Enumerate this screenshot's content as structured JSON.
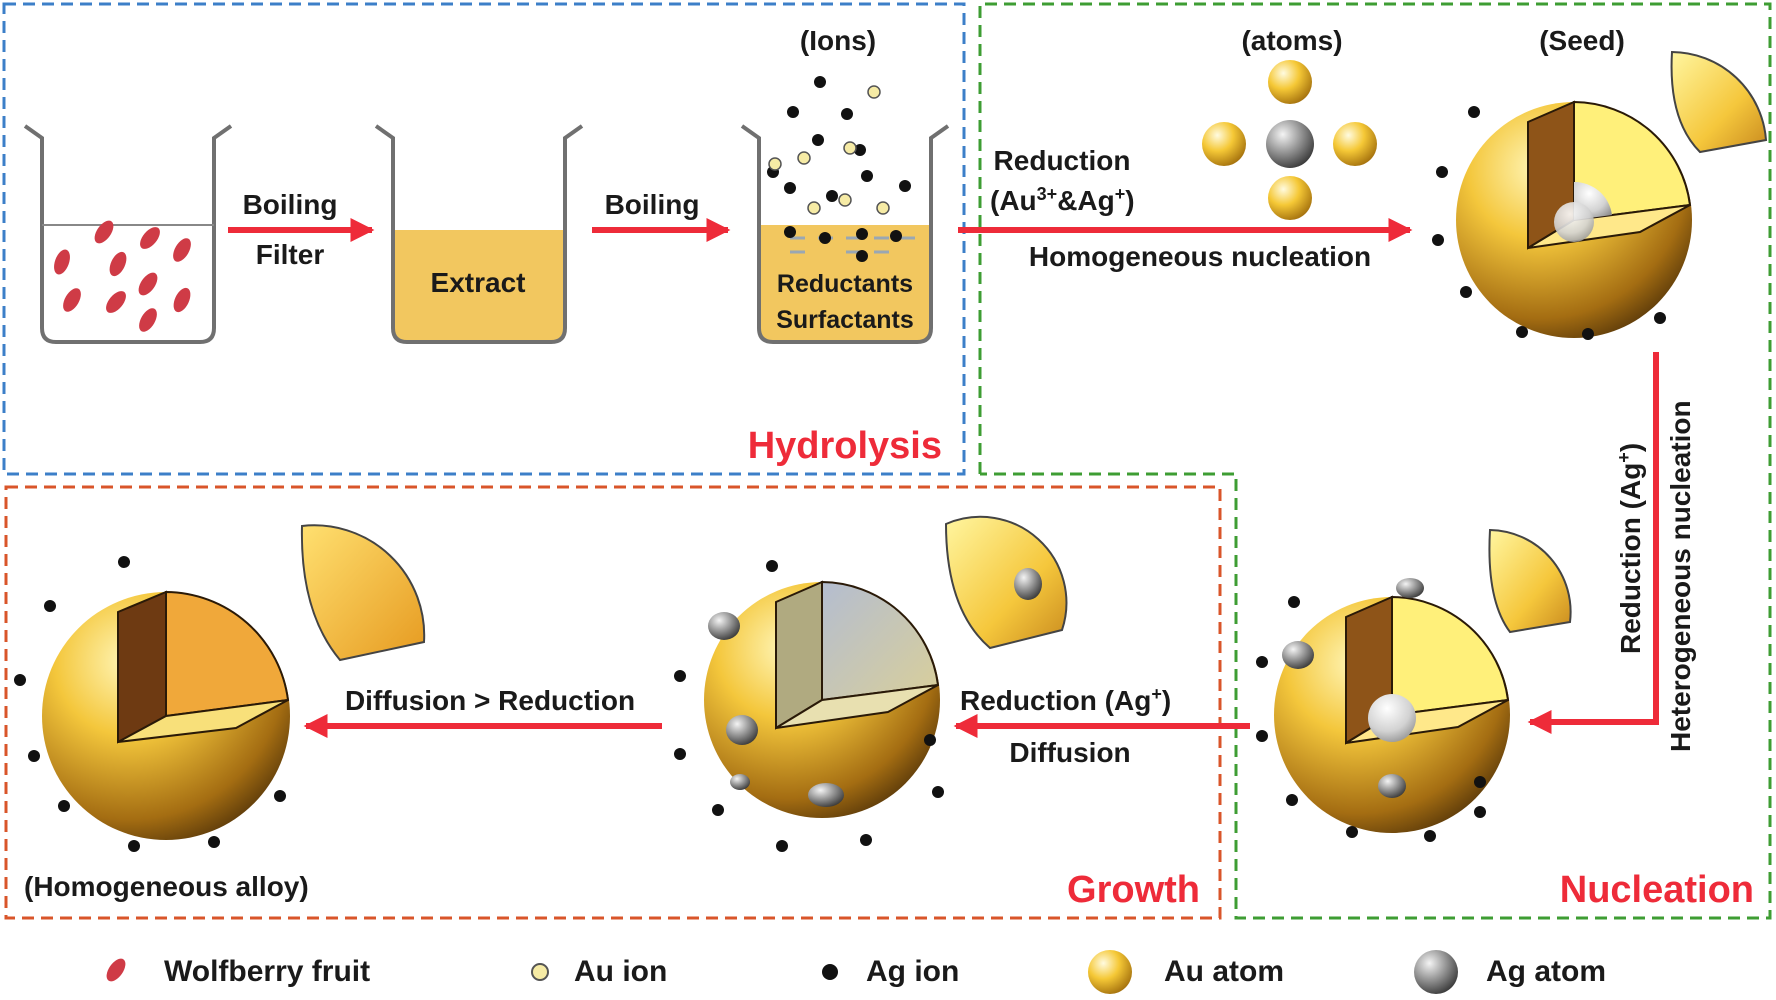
{
  "colors": {
    "hydrolysis_box": "#3c7fc8",
    "nucleation_box": "#3e9d33",
    "growth_box": "#d9552a",
    "arrow": "#ee2b39",
    "section_label": "#ee2b39",
    "extract_liquid": "#f2c75f",
    "berry": "#cf3b46",
    "ag_ion": "#111111",
    "au_ion": "#f6eba5"
  },
  "sections": {
    "hydrolysis": "Hydrolysis",
    "nucleation": "Nucleation",
    "growth": "Growth"
  },
  "steps": {
    "boiling1": "Boiling",
    "filter": "Filter",
    "boiling2": "Boiling",
    "reduction1_line1": "Reduction",
    "reduction1_au": "(Au",
    "reduction1_au_sup": "3+",
    "reduction1_ag": "&Ag",
    "reduction1_ag_sup": "+",
    "reduction1_end": ")",
    "homogeneous_nucleation": "Homogeneous nucleation",
    "vertical_reduction": "Reduction (Ag",
    "vertical_reduction_sup": "+",
    "vertical_reduction_end": ")",
    "heterogeneous_nucleation": "Heterogeneous nucleation",
    "reduction2": "Reduction (Ag",
    "reduction2_sup": "+",
    "reduction2_end": ")",
    "diffusion": "Diffusion",
    "diffusion_gt_reduction": "Diffusion > Reduction"
  },
  "labels": {
    "extract": "Extract",
    "reductants": "Reductants",
    "surfactants": "Surfactants",
    "ions": "(Ions)",
    "atoms": "(atoms)",
    "seed": "(Seed)",
    "homogeneous_alloy": "(Homogeneous alloy)"
  },
  "legend": [
    {
      "icon": "wolfberry-icon",
      "label": "Wolfberry fruit"
    },
    {
      "icon": "au-ion-icon",
      "label": "Au ion"
    },
    {
      "icon": "ag-ion-icon",
      "label": "Ag ion"
    },
    {
      "icon": "au-atom-icon",
      "label": "Au atom"
    },
    {
      "icon": "ag-atom-icon",
      "label": "Ag atom"
    }
  ]
}
